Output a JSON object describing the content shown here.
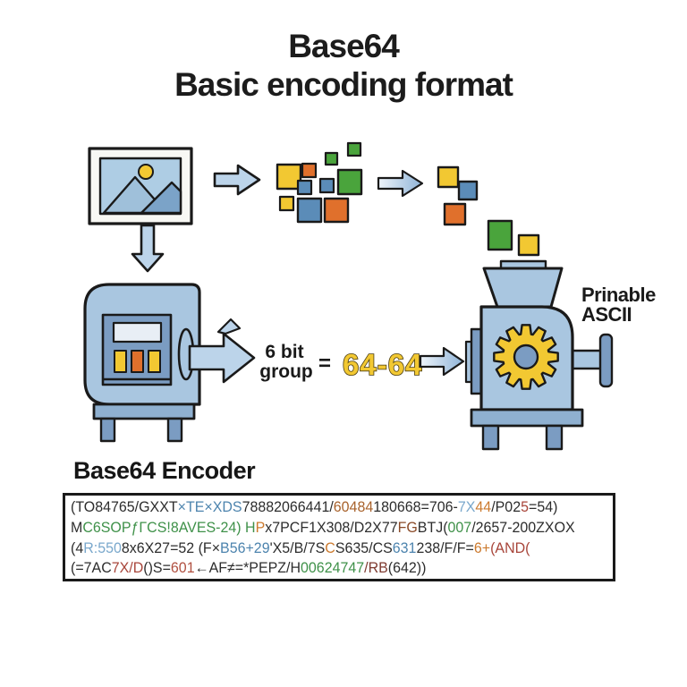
{
  "palette": {
    "ink": "#1a1a1a",
    "yellow": "#f2c832",
    "orange": "#e0702c",
    "green": "#4aa43c",
    "blue": "#5b8cb8",
    "machine": "#a9c6e0",
    "machine_dark": "#7b9cc2",
    "machine_mid": "#8fb0d0",
    "arrow_fill": "#bcd4ea",
    "sky": "#aecde4",
    "mountain_light": "#9fc0da",
    "mountain_dark": "#7ba3c8",
    "screen": "#e8eef5"
  },
  "title": {
    "line1": "Base64",
    "line2": "Basic encoding format"
  },
  "diagram": {
    "bit_group_line1": "6 bit",
    "bit_group_line2": "group",
    "equals": "=",
    "sixty_four": "64-64",
    "output_label_line1": "Prinable",
    "output_label_line2": "ASCII"
  },
  "encoder": {
    "heading": "Base64 Encoder",
    "lines": [
      {
        "segments": [
          {
            "t": "(TO84765/GXXT",
            "c": "#2d2d2d"
          },
          {
            "t": "×TE×XDS",
            "c": "#4d84ae"
          },
          {
            "t": "78882066441/",
            "c": "#2d2d2d"
          },
          {
            "t": "60484",
            "c": "#a8622c"
          },
          {
            "t": "180668=706-",
            "c": "#2d2d2d"
          },
          {
            "t": "7X",
            "c": "#7aa8cc"
          },
          {
            "t": "44",
            "c": "#cc7a2e"
          },
          {
            "t": "/P02",
            "c": "#2d2d2d"
          },
          {
            "t": "5",
            "c": "#a8453a"
          },
          {
            "t": "=54)",
            "c": "#2d2d2d"
          }
        ]
      },
      {
        "segments": [
          {
            "t": "M",
            "c": "#2d2d2d"
          },
          {
            "t": "C6SOPƒΓCS!8AVES-24)",
            "c": "#3f9149"
          },
          {
            "t": " ",
            "c": "#2d2d2d"
          },
          {
            "t": "H",
            "c": "#3f9149"
          },
          {
            "t": "P",
            "c": "#cc7a2e"
          },
          {
            "t": "x7PCF1X308/D2X77",
            "c": "#2d2d2d"
          },
          {
            "t": "FG",
            "c": "#8a4a28"
          },
          {
            "t": "BTJ(",
            "c": "#2d2d2d"
          },
          {
            "t": "007",
            "c": "#3f9149"
          },
          {
            "t": "/2657-200ZXOX",
            "c": "#2d2d2d"
          }
        ]
      },
      {
        "segments": [
          {
            "t": "(4",
            "c": "#2d2d2d"
          },
          {
            "t": "R:550",
            "c": "#7aa8cc"
          },
          {
            "t": "8x6X27=52 (F×",
            "c": "#2d2d2d"
          },
          {
            "t": "B56+29",
            "c": "#4d84ae"
          },
          {
            "t": "'X5/B/7S",
            "c": "#2d2d2d"
          },
          {
            "t": "C",
            "c": "#cc7a2e"
          },
          {
            "t": "S635/CS",
            "c": "#2d2d2d"
          },
          {
            "t": "631",
            "c": "#4d84ae"
          },
          {
            "t": "238/F/F=",
            "c": "#2d2d2d"
          },
          {
            "t": "6+",
            "c": "#cc7a2e"
          },
          {
            "t": "(AND(",
            "c": "#a8453a"
          }
        ]
      },
      {
        "segments": [
          {
            "t": "(=7AC",
            "c": "#2d2d2d"
          },
          {
            "t": "7X/D",
            "c": "#a8453a"
          },
          {
            "t": "()S=",
            "c": "#2d2d2d"
          },
          {
            "t": "601",
            "c": "#b05040"
          },
          {
            "t": "←AF≠=*PEPZ/H",
            "c": "#2d2d2d"
          },
          {
            "t": "00624747",
            "c": "#3f9149"
          },
          {
            "t": "/RB",
            "c": "#7e3a30"
          },
          {
            "t": "(642))",
            "c": "#2d2d2d"
          }
        ]
      }
    ]
  }
}
